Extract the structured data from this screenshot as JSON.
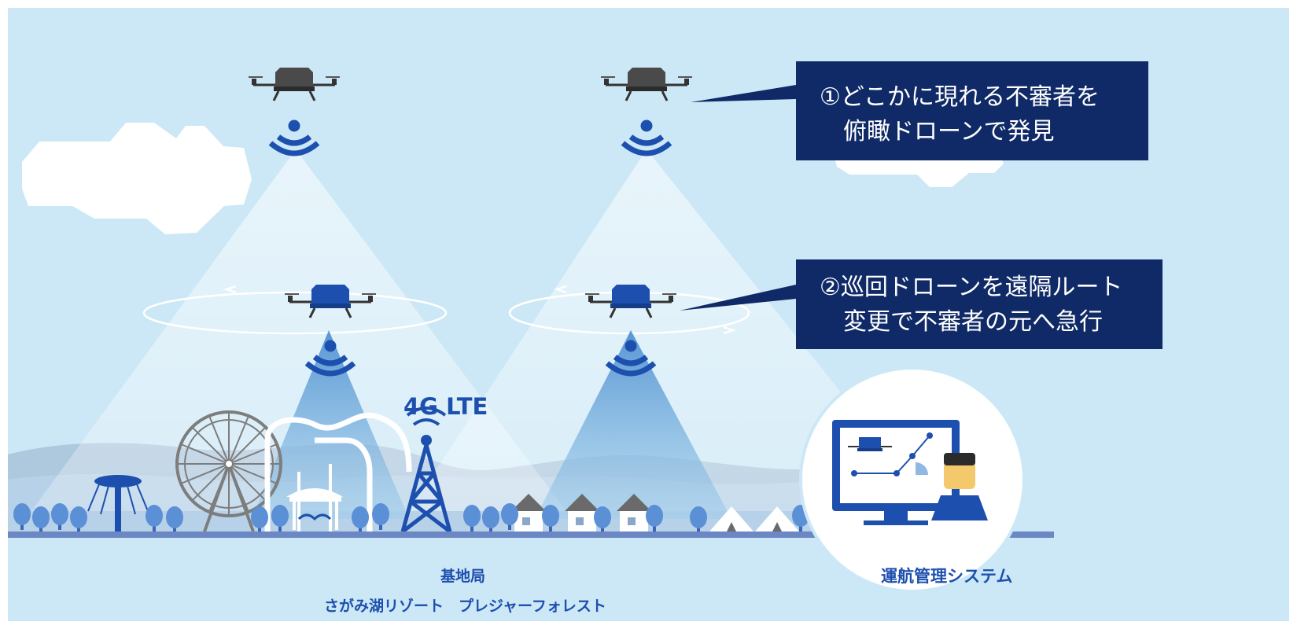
{
  "callouts": {
    "step1": "①どこかに現れる不審者を\n　俯瞰ドローンで発見",
    "step2": "②巡回ドローンを遠隔ルート\n　変更で不審者の元へ急行"
  },
  "labels": {
    "network": "4G LTE",
    "base_station": "基地局",
    "resort": "さがみ湖リゾート　プレジャーフォレスト",
    "ops_system": "運航管理システム"
  },
  "colors": {
    "sky": "#cce8f6",
    "callout_bg": "#0f2a66",
    "accent_blue": "#1d4fae",
    "ground": "#6b87c4"
  },
  "icons": [
    "overhead-drone-icon",
    "patrol-drone-icon",
    "signal-wave-icon",
    "cell-tower-icon",
    "ferris-wheel-icon",
    "operator-monitor-icon"
  ]
}
